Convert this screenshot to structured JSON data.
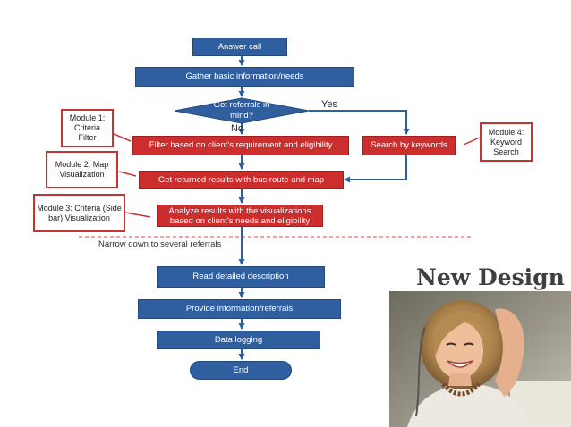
{
  "flow": {
    "answer_call": "Answer call",
    "gather_info": "Gather basic information/needs",
    "decision": "Got referrals in mind?",
    "yes_label": "Yes",
    "no_label": "No",
    "filter": "Filter based on client’s requirement and eligibility",
    "search": "Search by keywords",
    "get_results": "Get returned results with bus route and map",
    "analyze": "Analyze results with the visualizations based on client’s needs and eligibility",
    "narrow": "Narrow down to several referrals",
    "read": "Read detailed description",
    "provide": "Provide information/referrals",
    "logging": "Data logging",
    "end": "End"
  },
  "modules": {
    "m1": "Module 1: Criteria Filter",
    "m2": "Module 2: Map Visualization",
    "m3": "Module 3: Criteria (Side bar) Visualization",
    "m4": "Module 4: Keyword Search"
  },
  "title": "New Design",
  "colors": {
    "process_blue": "#2f5f9e",
    "module_red": "#cc2e2e",
    "dashed_red": "#d94848"
  },
  "photo_icon": "smiling-woman-photo"
}
